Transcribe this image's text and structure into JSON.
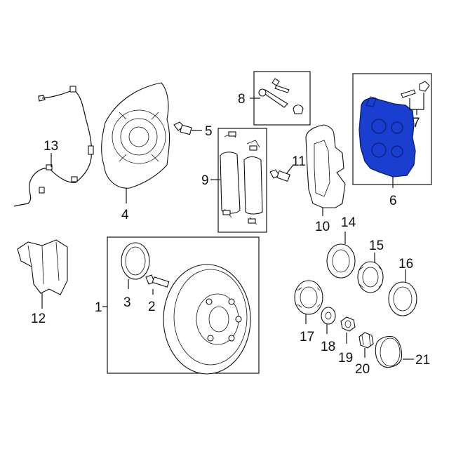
{
  "diagram": {
    "highlight_color": "#1a3fd0",
    "labels": {
      "n1": "1",
      "n2": "2",
      "n3": "3",
      "n4": "4",
      "n5": "5",
      "n6": "6",
      "n7": "7",
      "n8": "8",
      "n9": "9",
      "n10": "10",
      "n11": "11",
      "n12": "12",
      "n13": "13",
      "n14": "14",
      "n15": "15",
      "n16": "16",
      "n17": "17",
      "n18": "18",
      "n19": "19",
      "n20": "20",
      "n21": "21"
    }
  }
}
